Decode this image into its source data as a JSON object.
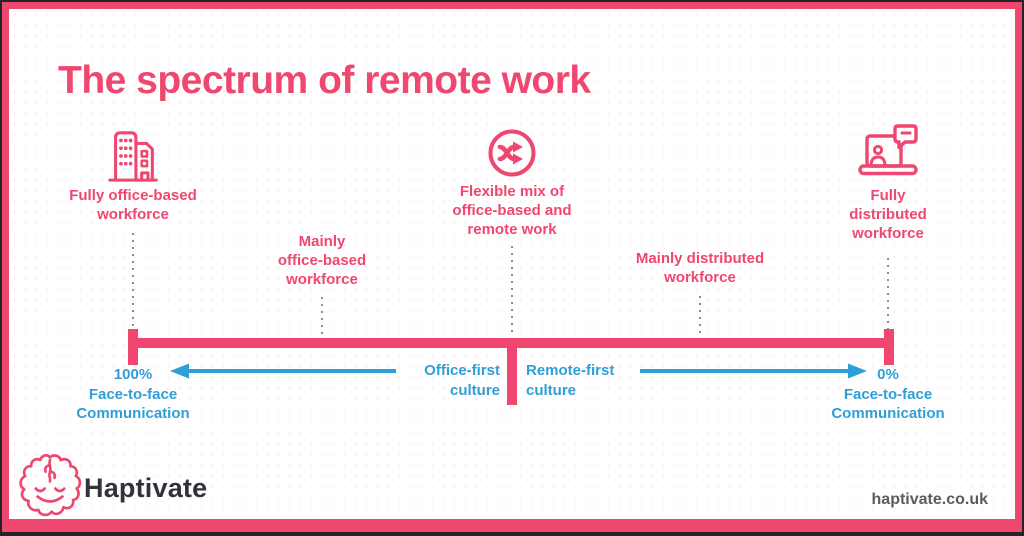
{
  "title": "The spectrum of remote work",
  "colors": {
    "pink": "#ef476f",
    "blue": "#2f9fd7",
    "brand_dark": "#32323a",
    "website_gray": "#5b5b63"
  },
  "spectrum": {
    "points": [
      {
        "id": "fully-office-based",
        "icon": "office-building-icon",
        "label": "Fully office-based\nworkforce"
      },
      {
        "id": "mainly-office-based",
        "icon": null,
        "label": "Mainly\noffice-based\nworkforce"
      },
      {
        "id": "flexible-mix",
        "icon": "shuffle-icon",
        "label": "Flexible mix of\noffice-based and\nremote work"
      },
      {
        "id": "mainly-distributed",
        "icon": null,
        "label": "Mainly distributed\nworkforce"
      },
      {
        "id": "fully-distributed",
        "icon": "laptop-icon",
        "label": "Fully\ndistributed\nworkforce"
      }
    ],
    "left_end_label": "100%\nFace-to-face\nCommunication",
    "right_end_label": "0%\nFace-to-face\nCommunication",
    "left_culture_label": "Office-first\nculture",
    "right_culture_label": "Remote-first\nculture",
    "arrow_left_icon": "arrow-left-icon",
    "arrow_right_icon": "arrow-right-icon"
  },
  "footer": {
    "logo_icon": "brain-icon",
    "brand": "Haptivate",
    "website": "haptivate.co.uk"
  }
}
